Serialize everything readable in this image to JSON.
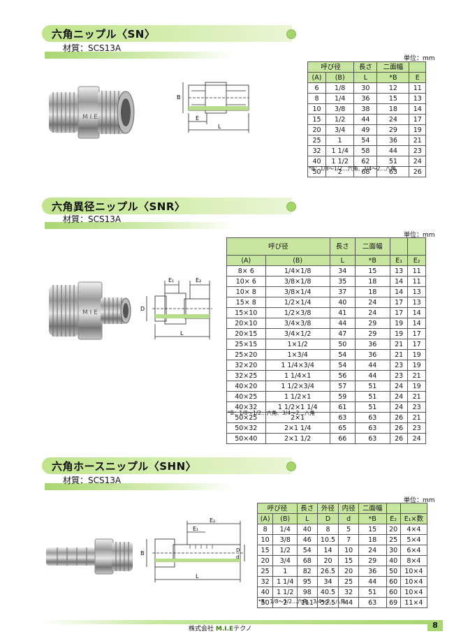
{
  "sections": [
    {
      "title": "六角ニップル〈SN〉",
      "material": "材質：SCS13A",
      "unit": "単位：mm",
      "headers_top": [
        "呼び径",
        "長さ",
        "二面幅",
        ""
      ],
      "headers_sub": [
        "(A)",
        "(B)",
        "L",
        "*B",
        "E"
      ],
      "rows": [
        [
          "6",
          "1/8",
          "30",
          "12",
          "11"
        ],
        [
          "8",
          "1/4",
          "36",
          "15",
          "13"
        ],
        [
          "10",
          "3/8",
          "38",
          "18",
          "14"
        ],
        [
          "15",
          "1/2",
          "44",
          "24",
          "17"
        ],
        [
          "20",
          "3/4",
          "49",
          "29",
          "19"
        ],
        [
          "25",
          "1",
          "54",
          "36",
          "21"
        ],
        [
          "32",
          "1 1/4",
          "58",
          "44",
          "23"
        ],
        [
          "40",
          "1 1/2",
          "62",
          "51",
          "24"
        ],
        [
          "50",
          "2",
          "68",
          "63",
          "26"
        ]
      ],
      "note": "*B：1/8～1/2…六角、3/4～2…八角",
      "dims": {
        "b": "B",
        "e": "E",
        "l": "L"
      }
    },
    {
      "title": "六角異径ニップル〈SNR〉",
      "material": "材質：SCS13A",
      "unit": "単位：mm",
      "headers_top": [
        "呼び径",
        "長さ",
        "二面幅",
        "",
        ""
      ],
      "headers_sub": [
        "(A)",
        "(B)",
        "L",
        "*B",
        "E₁",
        "E₂"
      ],
      "rows": [
        [
          "8× 6",
          "1/4×1/8",
          "34",
          "15",
          "13",
          "11"
        ],
        [
          "10× 6",
          "3/8×1/8",
          "35",
          "18",
          "14",
          "11"
        ],
        [
          "10× 8",
          "3/8×1/4",
          "37",
          "18",
          "14",
          "13"
        ],
        [
          "15× 8",
          "1/2×1/4",
          "40",
          "24",
          "17",
          "13"
        ],
        [
          "15×10",
          "1/2×3/8",
          "41",
          "24",
          "17",
          "14"
        ],
        [
          "20×10",
          "3/4×3/8",
          "44",
          "29",
          "19",
          "14"
        ],
        [
          "20×15",
          "3/4×1/2",
          "47",
          "29",
          "19",
          "17"
        ],
        [
          "25×15",
          "1×1/2",
          "50",
          "36",
          "21",
          "17"
        ],
        [
          "25×20",
          "1×3/4",
          "54",
          "36",
          "21",
          "19"
        ],
        [
          "32×20",
          "1 1/4×3/4",
          "54",
          "44",
          "23",
          "19"
        ],
        [
          "32×25",
          "1 1/4×1",
          "56",
          "44",
          "23",
          "21"
        ],
        [
          "40×20",
          "1 1/2×3/4",
          "57",
          "51",
          "24",
          "19"
        ],
        [
          "40×25",
          "1 1/2×1",
          "59",
          "51",
          "24",
          "21"
        ],
        [
          "40×32",
          "1 1/2×1 1/4",
          "61",
          "51",
          "24",
          "23"
        ],
        [
          "50×25",
          "2×1",
          "63",
          "63",
          "26",
          "21"
        ],
        [
          "50×32",
          "2×1 1/4",
          "65",
          "63",
          "26",
          "23"
        ],
        [
          "50×40",
          "2×1 1/2",
          "66",
          "63",
          "26",
          "24"
        ]
      ],
      "note": "*B：1/8～1/2…六角、3/4～2…八角",
      "dims": {
        "e1": "E₁",
        "e2": "E₂",
        "d": "D",
        "l": "L"
      }
    },
    {
      "title": "六角ホースニップル〈SHN〉",
      "material": "材質：SCS13A",
      "unit": "単位：mm",
      "headers_top": [
        "呼び径",
        "長さ",
        "外径",
        "内径",
        "二面幅",
        "",
        ""
      ],
      "headers_sub": [
        "(A)",
        "(B)",
        "L",
        "D",
        "d",
        "*B",
        "E₂",
        "E₁×数"
      ],
      "rows": [
        [
          "8",
          "1/4",
          "40",
          "8",
          "5",
          "15",
          "20",
          "4×4"
        ],
        [
          "10",
          "3/8",
          "46",
          "10.5",
          "7",
          "18",
          "25",
          "5×4"
        ],
        [
          "15",
          "1/2",
          "54",
          "14",
          "10",
          "24",
          "30",
          "6×4"
        ],
        [
          "20",
          "3/4",
          "68",
          "20",
          "15",
          "29",
          "40",
          "8×4"
        ],
        [
          "25",
          "1",
          "82",
          "26.5",
          "20",
          "36",
          "50",
          "10×4"
        ],
        [
          "32",
          "1 1/4",
          "95",
          "34",
          "25",
          "44",
          "60",
          "10×4"
        ],
        [
          "40",
          "1 1/2",
          "98",
          "40.5",
          "32",
          "51",
          "60",
          "10×4"
        ],
        [
          "50",
          "2",
          "111",
          "52.5",
          "44",
          "63",
          "69",
          "11×4"
        ]
      ],
      "note": "*B：1/8～1/2…六角、3/4～2…八角",
      "dims": {
        "e2": "E₂",
        "e1": "E₁",
        "b": "B",
        "d_outer": "D",
        "d_inner": "d",
        "l": "L"
      }
    }
  ],
  "footer": {
    "company": "株式会社",
    "brand": "M.I.E",
    "brand_suffix": "テクノ",
    "page": "8"
  }
}
